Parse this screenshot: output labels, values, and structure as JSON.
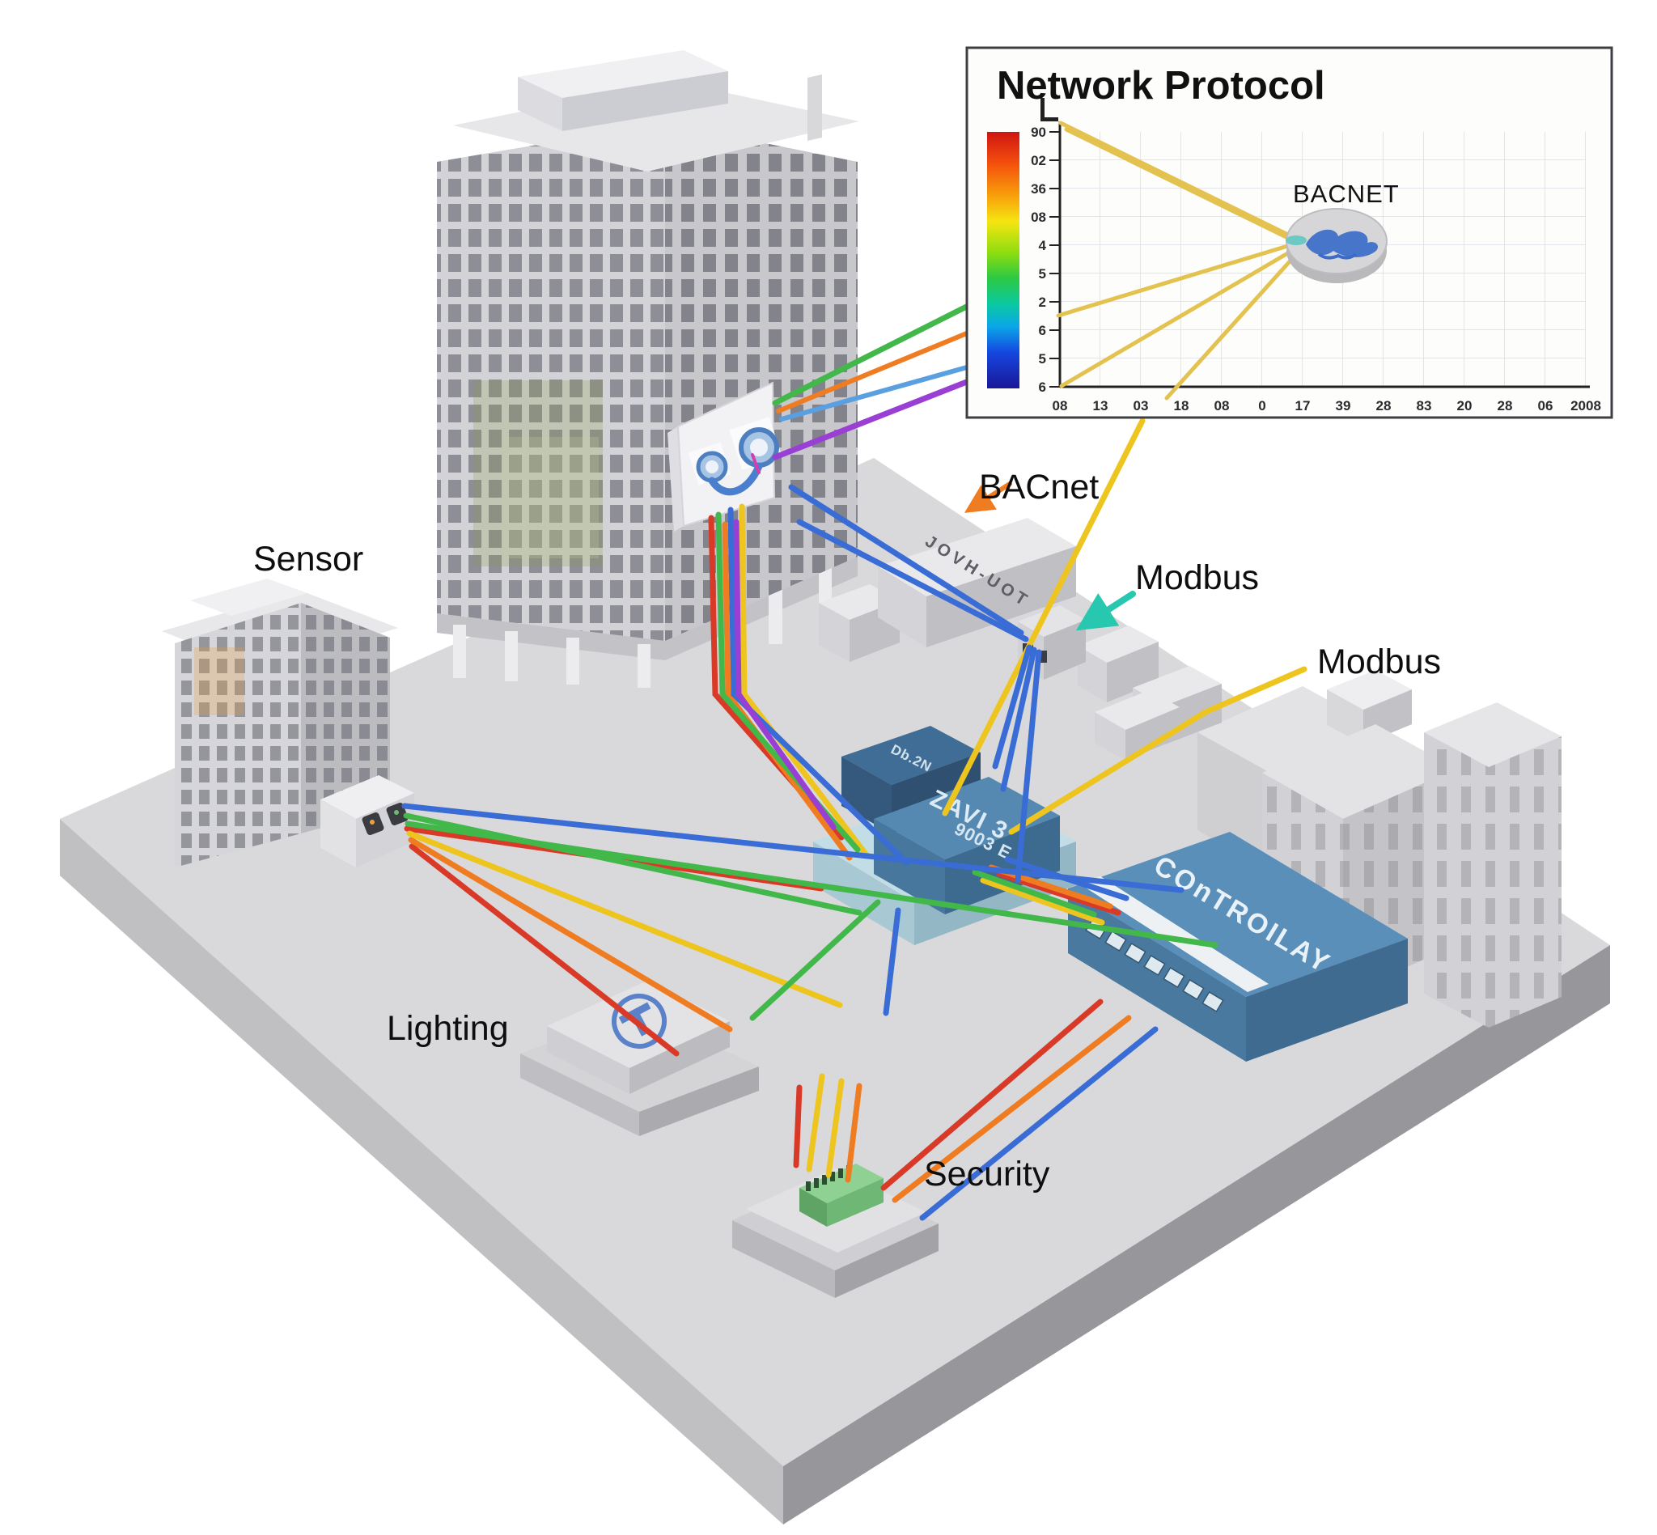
{
  "labels": {
    "sensor": "Sensor",
    "bacnet": "BACnet",
    "modbus_center": "Modbus",
    "modbus_right": "Modbus",
    "lighting": "Lighting",
    "security": "Security"
  },
  "devices": {
    "rooftop_unit_label": "JOVH-UOT",
    "hub_small_box_label": "Db.2N",
    "hub_main_box_label_line1": "ZAVI 3",
    "hub_main_box_label_line2": "9003 E",
    "controller_label": "COnTROILAY"
  },
  "inset": {
    "title": "Network Protocol",
    "node_label": "BACNET",
    "yticks": [
      "90",
      "02",
      "36",
      "08",
      "4",
      "5",
      "2",
      "6",
      "5",
      "6"
    ],
    "xticks": [
      "08",
      "13",
      "03",
      "18",
      "08",
      "0",
      "17",
      "39",
      "28",
      "83",
      "20",
      "28",
      "06",
      "2008"
    ]
  },
  "colors": {
    "red": "#d93a27",
    "orange": "#f07c22",
    "yellow": "#eec51f",
    "green": "#43b84a",
    "blue": "#3a6cd6",
    "light_blue": "#5aa0e0",
    "purple": "#9a3fd4",
    "teal": "#28c8b0",
    "ray_yellow": "#e3c24f",
    "device_blue": "#5a8fba",
    "terminal_green": "#8fd193"
  },
  "chart_data": {
    "type": "line",
    "title": "Network Protocol",
    "node_label": "BACNET",
    "ytick_labels": [
      "90",
      "02",
      "36",
      "08",
      "4",
      "5",
      "2",
      "6",
      "5",
      "6"
    ],
    "xtick_labels": [
      "08",
      "13",
      "03",
      "18",
      "08",
      "0",
      "17",
      "39",
      "28",
      "83",
      "20",
      "28",
      "06",
      "2008"
    ],
    "grid": true,
    "legend_position": "none",
    "colorbar": "vertical jet (red top to navy bottom), left of axis",
    "series": [
      {
        "name": "BACNET connection rays",
        "color": "#e3c24f",
        "note": "5 straight yellow rays from the BACNET disc node at (0.52,0.44) of plot area to targets",
        "ray_targets_fraction": [
          [
            0.0,
            0.0
          ],
          [
            0.01,
            0.02
          ],
          [
            0.0,
            0.72
          ],
          [
            0.0,
            1.0
          ],
          [
            0.21,
            1.0
          ]
        ]
      }
    ]
  }
}
